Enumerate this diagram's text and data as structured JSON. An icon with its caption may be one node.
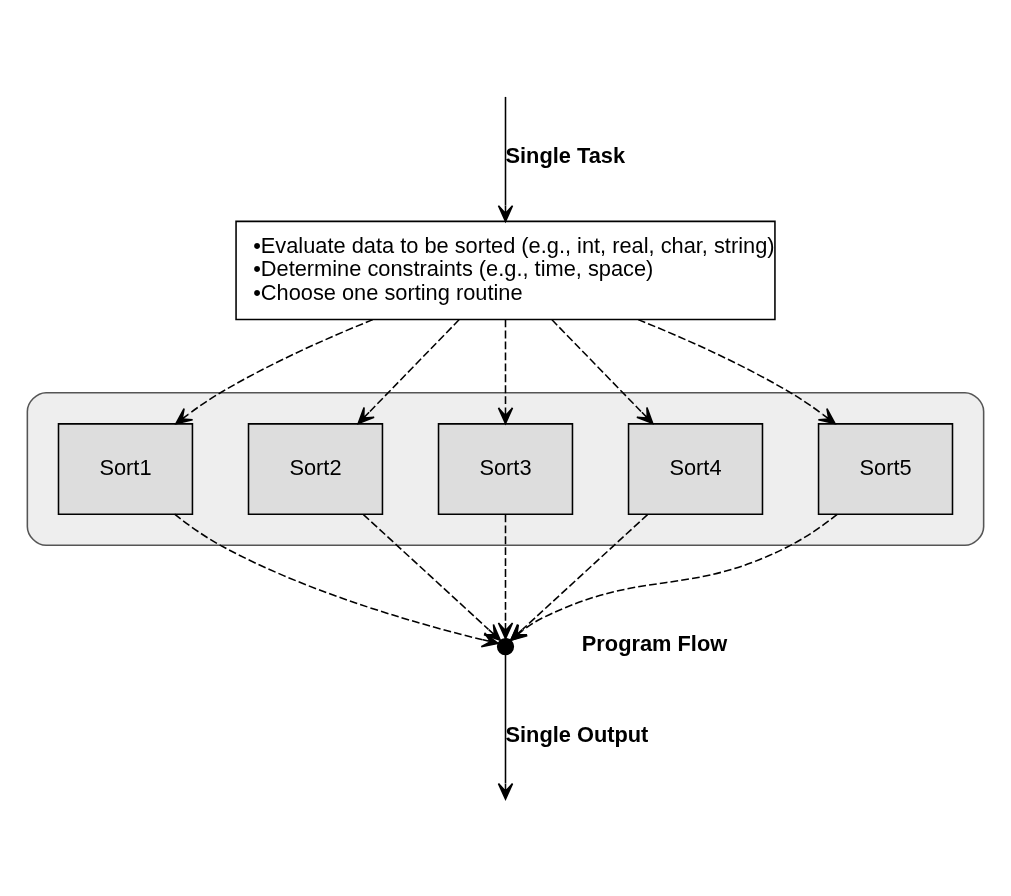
{
  "diagram": {
    "nodes": [
      {
        "text": [
          "•Evaluate data to be sorted (e.g., int, real, char, string)",
          "•Determine constraints (e.g., time, space)",
          "•Choose one sorting routine"
        ]
      },
      {
        "text": [],
        "shape": "box"
      },
      {
        "text": [
          "Sort1"
        ],
        "in": 1
      },
      {
        "text": [
          "Sort2"
        ],
        "in": 1
      },
      {
        "text": [
          "Sort3"
        ],
        "in": 1
      },
      {
        "text": [
          "Sort4"
        ],
        "in": 1
      },
      {
        "text": [
          "Sort5"
        ],
        "in": 1
      },
      {
        "text": [],
        "shape": "point"
      }
    ],
    "edges": [
      {
        "from": null,
        "to": 0,
        "arrow": "to",
        "label": "Single Task"
      },
      {
        "from": 0,
        "to": 2,
        "arrow": "to",
        "style": "dashed"
      },
      {
        "from": 0,
        "to": 3,
        "arrow": "to",
        "style": "dashed"
      },
      {
        "from": 0,
        "to": 4,
        "arrow": "to",
        "style": "dashed"
      },
      {
        "from": 0,
        "to": 5,
        "arrow": "to",
        "style": "dashed"
      },
      {
        "from": 0,
        "to": 6,
        "arrow": "to",
        "style": "dashed"
      },
      {
        "from": 2,
        "to": 7,
        "arrow": "to",
        "style": "dashed"
      },
      {
        "from": 3,
        "to": 7,
        "arrow": "to",
        "style": "dashed"
      },
      {
        "from": 4,
        "to": 7,
        "arrow": "to",
        "style": "dashed"
      },
      {
        "from": 5,
        "to": 7,
        "arrow": "to",
        "style": "dashed"
      },
      {
        "from": 6,
        "to": 7,
        "arrow": "to",
        "style": "dashed"
      },
      {
        "from": 7,
        "to": null,
        "arrow": "to",
        "label": "Single Output"
      }
    ],
    "labels": [
      "Program Flow"
    ]
  }
}
